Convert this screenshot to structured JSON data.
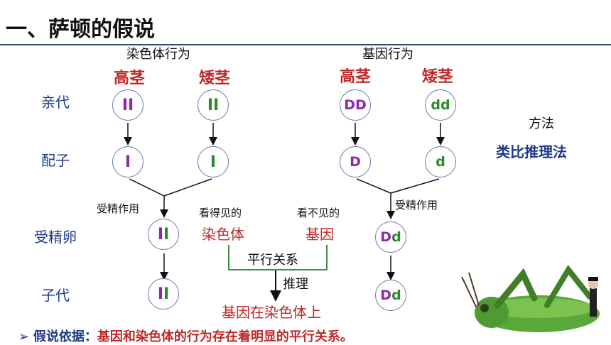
{
  "title": "一、萨顿的假说",
  "headers": {
    "chromosome": "染色体行为",
    "gene": "基因行为"
  },
  "traits": {
    "tall": "高茎",
    "short": "矮茎"
  },
  "row_labels": {
    "parent": "亲代",
    "gamete": "配子",
    "zygote": "受精卵",
    "offspring": "子代"
  },
  "chromosome_symbols": {
    "tall_parent": "II",
    "short_parent": "II",
    "tall_gamete": "I",
    "short_gamete": "I",
    "zygote": "II",
    "offspring": "II"
  },
  "gene_symbols": {
    "tall_parent": "DD",
    "short_parent": "dd",
    "tall_gamete": "D",
    "short_gamete": "d",
    "zygote": "Dd",
    "offspring": "Dd"
  },
  "fertilization": "受精作用",
  "visible": {
    "label": "看得见的",
    "object": "染色体"
  },
  "invisible": {
    "label": "看不见的",
    "object": "基因"
  },
  "parallel": "平行关系",
  "reasoning": "推理",
  "conclusion": "基因在染色体上",
  "method": {
    "label": "方法",
    "name": "类比推理法"
  },
  "footer": {
    "bullet": "➢",
    "label": "假说依据：",
    "text": "基因和染色体的行为存在着明显的平行关系。"
  }
}
